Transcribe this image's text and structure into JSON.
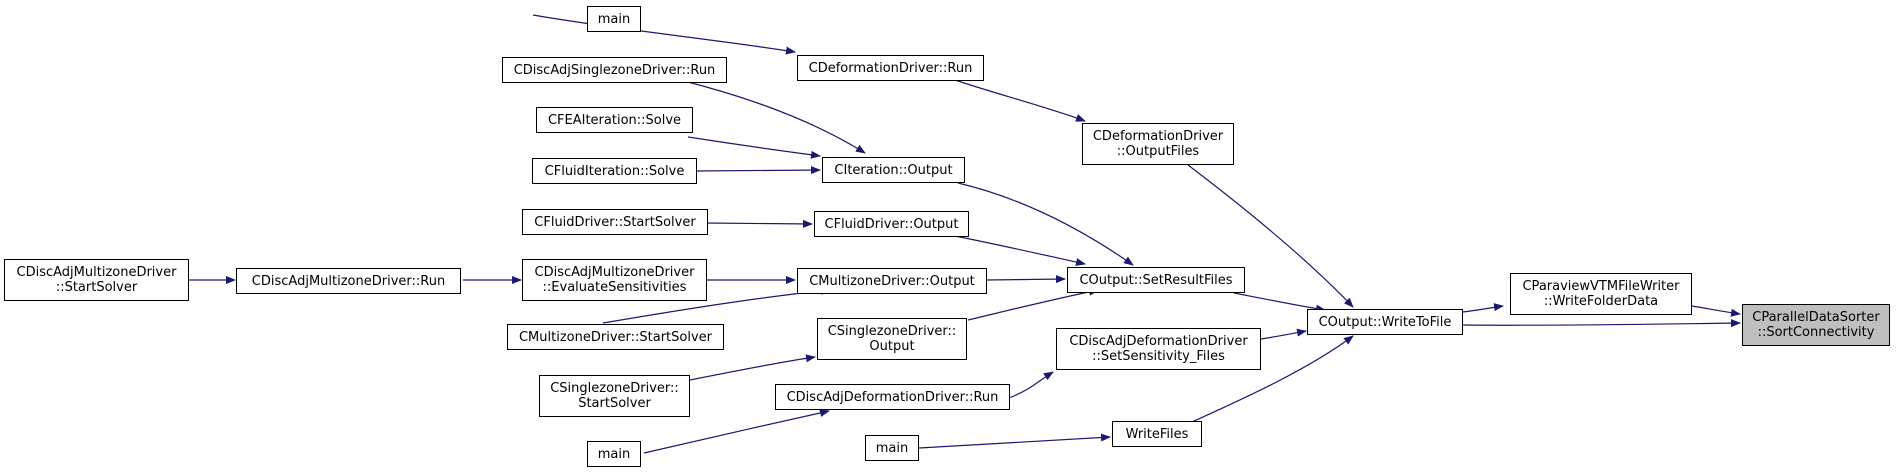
{
  "colors": {
    "edge": "#191970",
    "node_border": "#000000",
    "node_fill": "#ffffff",
    "focus_fill": "#bfbfbf"
  },
  "nodes": {
    "main_top": {
      "lines": [
        "main"
      ]
    },
    "cdisc_single_run": {
      "lines": [
        "CDiscAdjSinglezoneDriver::Run"
      ]
    },
    "cfea_solve": {
      "lines": [
        "CFEAIteration::Solve"
      ]
    },
    "cfluid_iter_solve": {
      "lines": [
        "CFluidIteration::Solve"
      ]
    },
    "cfluid_start": {
      "lines": [
        "CFluidDriver::StartSolver"
      ]
    },
    "cdisc_multi_start": {
      "lines": [
        "CDiscAdjMultizoneDriver",
        "::StartSolver"
      ]
    },
    "cdisc_multi_run": {
      "lines": [
        "CDiscAdjMultizoneDriver::Run"
      ]
    },
    "cdisc_multi_eval": {
      "lines": [
        "CDiscAdjMultizoneDriver",
        "::EvaluateSensitivities"
      ]
    },
    "cmulti_start": {
      "lines": [
        "CMultizoneDriver::StartSolver"
      ]
    },
    "csingle_start": {
      "lines": [
        "CSinglezoneDriver::",
        "StartSolver"
      ]
    },
    "main_bottom": {
      "lines": [
        "main"
      ]
    },
    "cdeform_run": {
      "lines": [
        "CDeformationDriver::Run"
      ]
    },
    "citer_output": {
      "lines": [
        "CIteration::Output"
      ]
    },
    "cfluid_output": {
      "lines": [
        "CFluidDriver::Output"
      ]
    },
    "cmulti_output": {
      "lines": [
        "CMultizoneDriver::Output"
      ]
    },
    "csingle_output": {
      "lines": [
        "CSinglezoneDriver::",
        "Output"
      ]
    },
    "cdisc_deform_run": {
      "lines": [
        "CDiscAdjDeformationDriver::Run"
      ]
    },
    "main_mid": {
      "lines": [
        "main"
      ]
    },
    "cdeform_outfiles": {
      "lines": [
        "CDeformationDriver",
        "::OutputFiles"
      ]
    },
    "coutput_setresult": {
      "lines": [
        "COutput::SetResultFiles"
      ]
    },
    "cdisc_deform_setsens": {
      "lines": [
        "CDiscAdjDeformationDriver",
        "::SetSensitivity_Files"
      ]
    },
    "writefiles": {
      "lines": [
        "WriteFiles"
      ]
    },
    "coutput_writetofile": {
      "lines": [
        "COutput::WriteToFile"
      ]
    },
    "cparaview_writefolder": {
      "lines": [
        "CParaviewVTMFileWriter",
        "::WriteFolderData"
      ]
    },
    "cparallel_sortconn": {
      "lines": [
        "CParallelDataSorter",
        "::SortConnectivity"
      ]
    }
  }
}
